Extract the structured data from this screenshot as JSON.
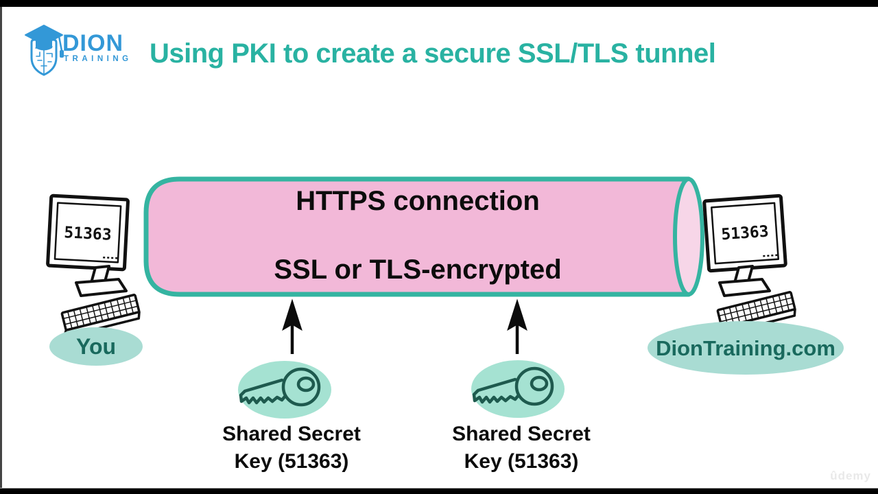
{
  "logo": {
    "name": "DION",
    "tagline": "TRAINING",
    "color": "#3398d7"
  },
  "header": {
    "title": "Using PKI to create a secure SSL/TLS tunnel",
    "title_color": "#29b2a2"
  },
  "diagram": {
    "tunnel": {
      "label_top": "HTTPS connection",
      "label_bottom": "SSL or TLS-encrypted",
      "fill_color": "#f2b8d8",
      "cap_fill_color": "#f7d6e8",
      "border_color": "#35b4a1"
    },
    "client": {
      "screen_value": "51363",
      "label": "You",
      "label_ellipse_color": "#a9dcd3",
      "label_text_color": "#19695d"
    },
    "server": {
      "screen_value": "51363",
      "label": "DionTraining.com",
      "label_ellipse_color": "#a9dcd3",
      "label_text_color": "#19695d"
    },
    "keys": [
      {
        "line1": "Shared Secret",
        "line2": "Key (51363)",
        "ellipse_color": "#a5e2d2",
        "key_color": "#1e5a4e"
      },
      {
        "line1": "Shared Secret",
        "line2": "Key (51363)",
        "ellipse_color": "#a5e2d2",
        "key_color": "#1e5a4e"
      }
    ]
  },
  "footer": {
    "watermark": "ûdemy"
  }
}
